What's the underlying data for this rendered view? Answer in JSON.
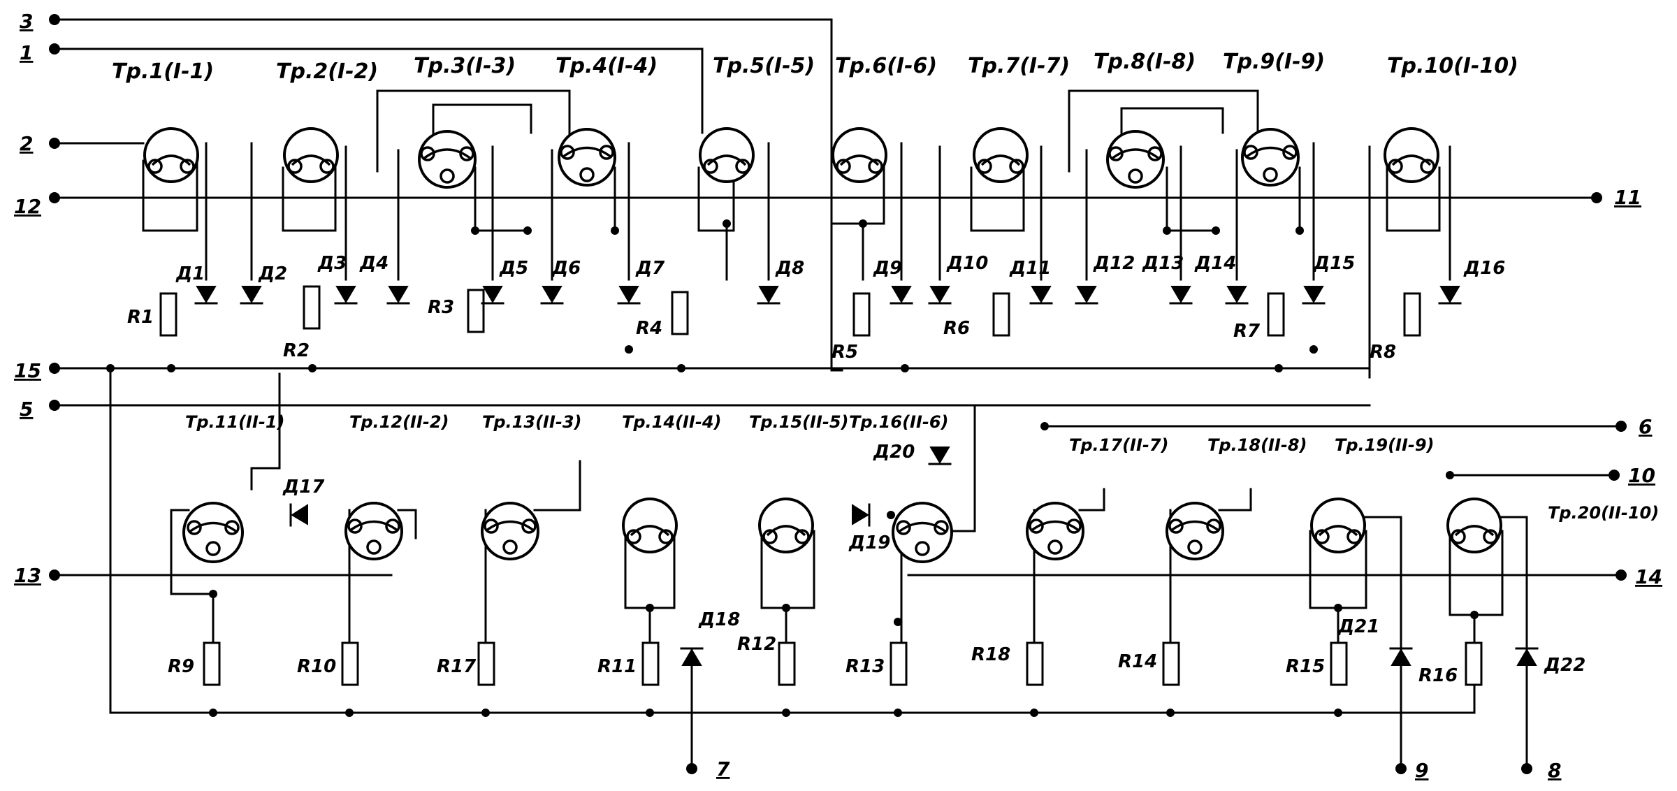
{
  "terminals": [
    {
      "id": "t3",
      "label": "3"
    },
    {
      "id": "t1",
      "label": "1"
    },
    {
      "id": "t2",
      "label": "2"
    },
    {
      "id": "t12",
      "label": "12"
    },
    {
      "id": "t15",
      "label": "15"
    },
    {
      "id": "t5",
      "label": "5"
    },
    {
      "id": "t13",
      "label": "13"
    },
    {
      "id": "t11",
      "label": "11"
    },
    {
      "id": "t6",
      "label": "6"
    },
    {
      "id": "t10",
      "label": "10"
    },
    {
      "id": "t14",
      "label": "14"
    },
    {
      "id": "t7",
      "label": "7"
    },
    {
      "id": "t9",
      "label": "9"
    },
    {
      "id": "t8",
      "label": "8"
    }
  ],
  "top_transformers": [
    "Тр.1(I-1)",
    "Тр.2(I-2)",
    "Тр.3(I-3)",
    "Тр.4(I-4)",
    "Тр.5(I-5)",
    "Тр.6(I-6)",
    "Тр.7(I-7)",
    "Тр.8(I-8)",
    "Тр.9(I-9)",
    "Тр.10(I-10)"
  ],
  "bottom_transformers": [
    "Тр.11(II-1)",
    "Тр.12(II-2)",
    "Тр.13(II-3)",
    "Тр.14(II-4)",
    "Тр.15(II-5)",
    "Тр.16(II-6)",
    "Тр.17(II-7)",
    "Тр.18(II-8)",
    "Тр.19(II-9)",
    "Тр.20(II-10)"
  ],
  "diodes": [
    "Д1",
    "Д2",
    "Д3",
    "Д4",
    "Д5",
    "Д6",
    "Д7",
    "Д8",
    "Д9",
    "Д10",
    "Д11",
    "Д12",
    "Д13",
    "Д14",
    "Д15",
    "Д16",
    "Д17",
    "Д18",
    "Д19",
    "Д20",
    "Д21",
    "Д22"
  ],
  "resistors": [
    "R1",
    "R2",
    "R3",
    "R4",
    "R5",
    "R6",
    "R7",
    "R8",
    "R9",
    "R10",
    "R17",
    "R11",
    "R12",
    "R13",
    "R18",
    "R14",
    "R15",
    "R16"
  ]
}
